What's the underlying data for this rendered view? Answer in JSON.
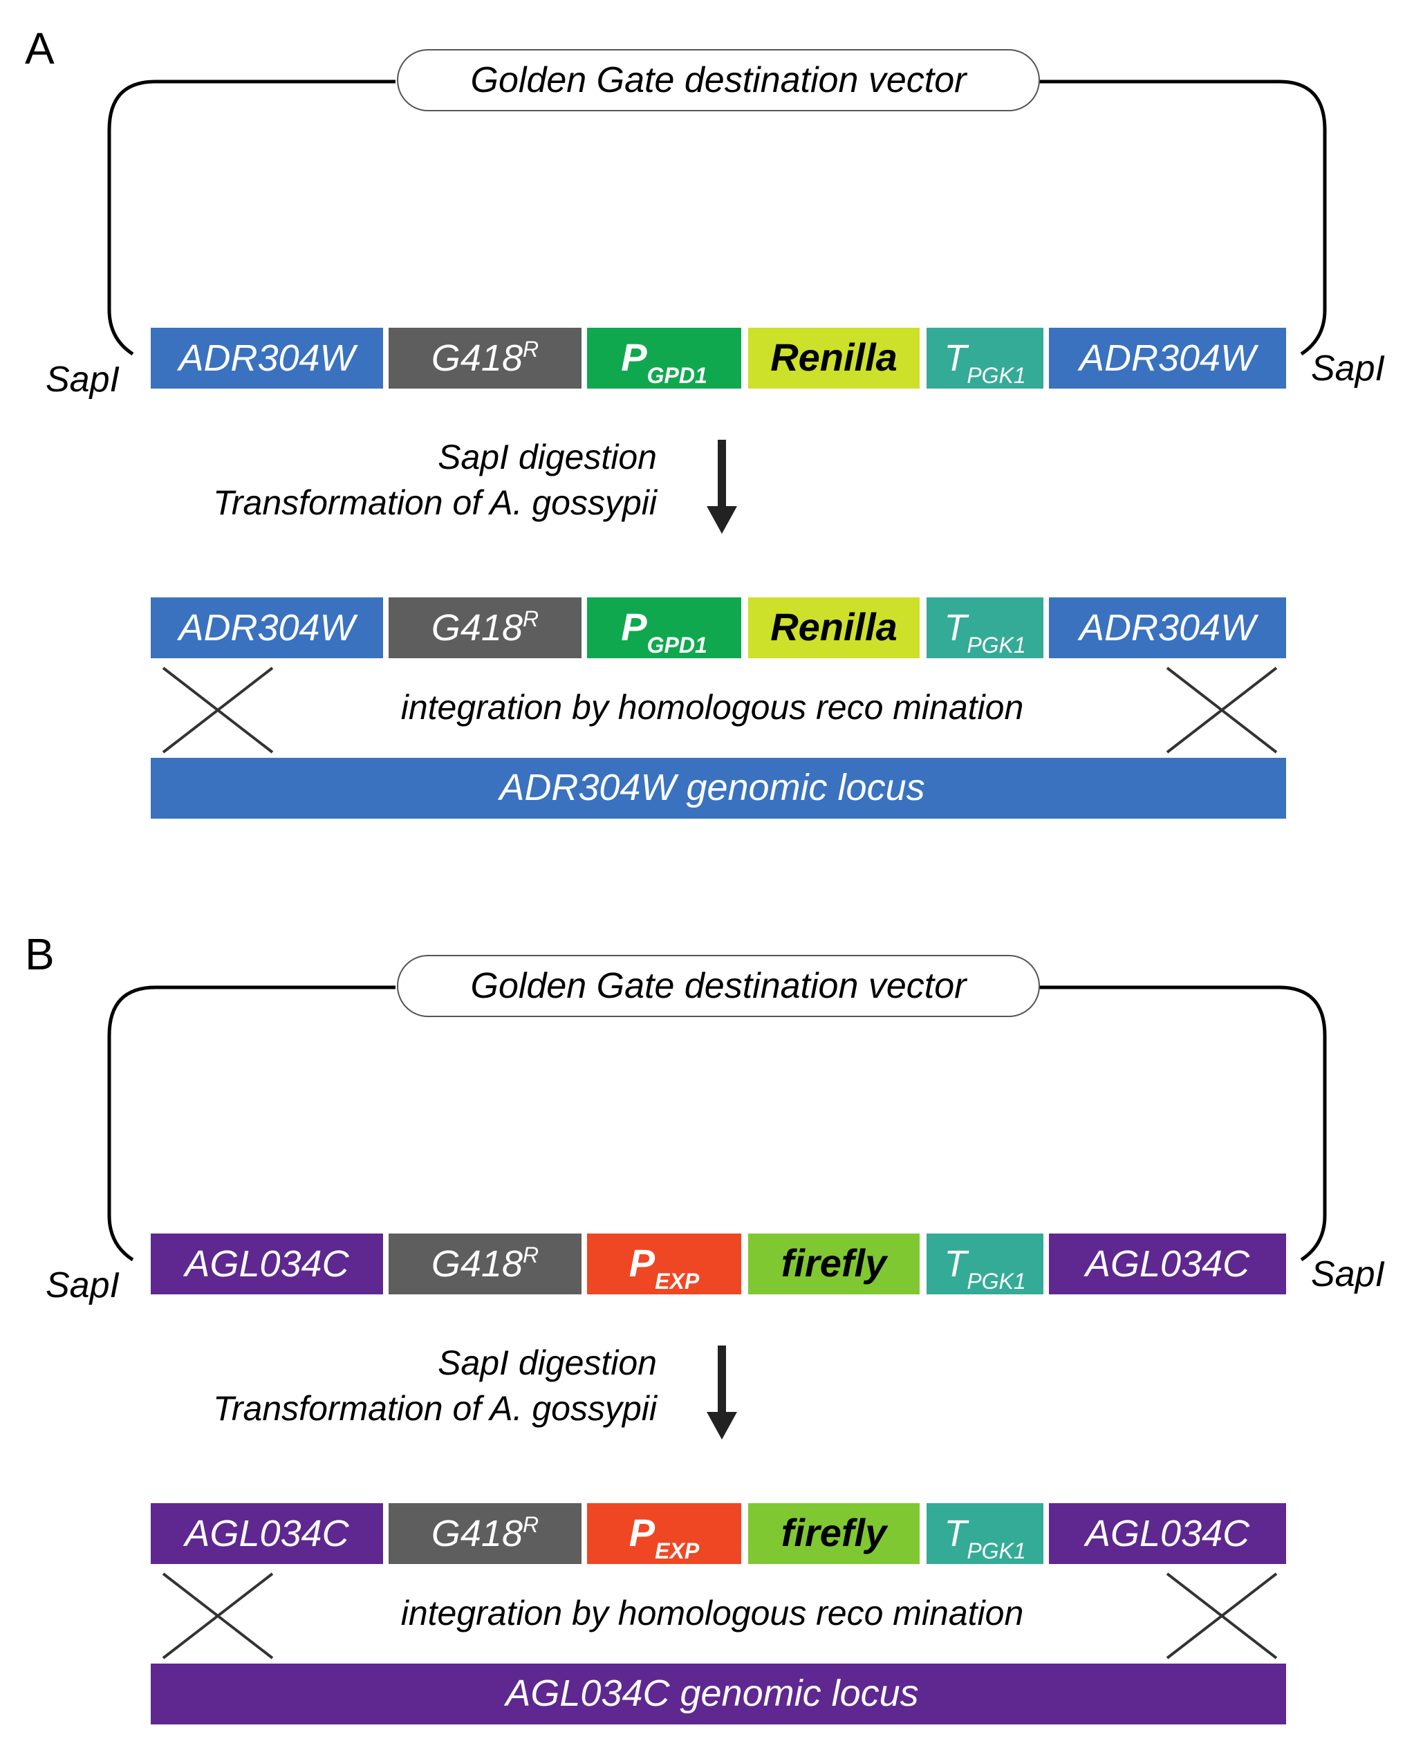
{
  "panels": [
    {
      "letter": "A",
      "vector_label": "Golden Gate destination vector",
      "site_left": "SapI",
      "site_right": "SapI",
      "cassette": [
        {
          "id": "flank-left",
          "text": "ADR304W",
          "sub": "",
          "sup": "",
          "fill": "#3a72c0",
          "fg": "#ffffff",
          "bold": false
        },
        {
          "id": "marker",
          "text": "G418",
          "sub": "",
          "sup": "R",
          "fill": "#5e5e5e",
          "fg": "#ffffff",
          "bold": false
        },
        {
          "id": "promoter",
          "text": "P",
          "sub": "GPD1",
          "sup": "",
          "fill": "#10a84f",
          "fg": "#ffffff",
          "bold": true
        },
        {
          "id": "reporter",
          "text": "Renilla",
          "sub": "",
          "sup": "",
          "fill": "#cde02a",
          "fg": "#000000",
          "bold": true
        },
        {
          "id": "terminator",
          "text": "T",
          "sub": "PGK1",
          "sup": "",
          "fill": "#34ab97",
          "fg": "#ffffff",
          "bold": false
        },
        {
          "id": "flank-right",
          "text": "ADR304W",
          "sub": "",
          "sup": "",
          "fill": "#3a72c0",
          "fg": "#ffffff",
          "bold": false
        }
      ],
      "step_lines": [
        "SapI digestion",
        "Transformation of A. gossypii"
      ],
      "integration_label": "integration by homologous reco mination",
      "locus_label": "ADR304W genomic locus",
      "locus_color": "#3a72c0"
    },
    {
      "letter": "B",
      "vector_label": "Golden Gate destination vector",
      "site_left": "SapI",
      "site_right": "SapI",
      "cassette": [
        {
          "id": "flank-left",
          "text": "AGL034C",
          "sub": "",
          "sup": "",
          "fill": "#5e2890",
          "fg": "#ffffff",
          "bold": false
        },
        {
          "id": "marker",
          "text": "G418",
          "sub": "",
          "sup": "R",
          "fill": "#5e5e5e",
          "fg": "#ffffff",
          "bold": false
        },
        {
          "id": "promoter",
          "text": "P",
          "sub": "EXP",
          "sup": "",
          "fill": "#ef4723",
          "fg": "#ffffff",
          "bold": true
        },
        {
          "id": "reporter",
          "text": "firefly",
          "sub": "",
          "sup": "",
          "fill": "#7fc832",
          "fg": "#000000",
          "bold": true
        },
        {
          "id": "terminator",
          "text": "T",
          "sub": "PGK1",
          "sup": "",
          "fill": "#34ab97",
          "fg": "#ffffff",
          "bold": false
        },
        {
          "id": "flank-right",
          "text": "AGL034C",
          "sub": "",
          "sup": "",
          "fill": "#5e2890",
          "fg": "#ffffff",
          "bold": false
        }
      ],
      "step_lines": [
        "SapI digestion",
        "Transformation of A. gossypii"
      ],
      "integration_label": "integration by homologous reco mination",
      "locus_label": "AGL034C genomic locus",
      "locus_color": "#5e2890"
    }
  ]
}
